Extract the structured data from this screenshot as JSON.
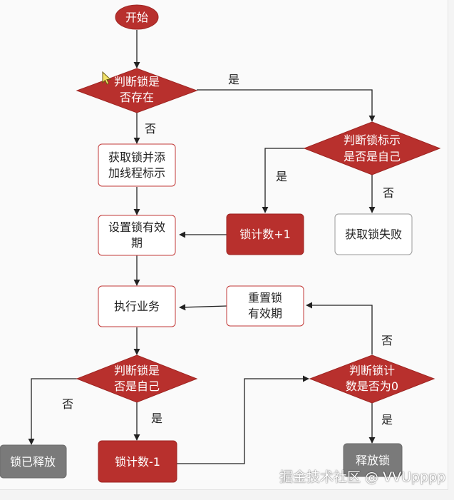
{
  "colors": {
    "red_fill": "#b8302d",
    "red_dark": "#9e2522",
    "gray_fill": "#7a7a7a",
    "box_border": "#c23a38",
    "gray_border": "#9a9a9a",
    "line": "#222222"
  },
  "nodes": {
    "start": "开始",
    "check_lock_exists_l1": "判断锁是",
    "check_lock_exists_l2": "否存在",
    "acquire_and_mark_l1": "获取锁并添",
    "acquire_and_mark_l2": "加线程标示",
    "set_expiry_l1": "设置锁有效",
    "set_expiry_l2": "期",
    "execute_business": "执行业务",
    "check_own_lock_l1": "判断锁是",
    "check_own_lock_l2": "否是自己",
    "lock_released": "锁已释放",
    "lock_count_minus": "锁计数-1",
    "check_mark_l1": "判断锁标示",
    "check_mark_l2": "是否是自己",
    "lock_count_plus": "锁计数+1",
    "acquire_failed": "获取锁失败",
    "reset_expiry_l1": "重置锁",
    "reset_expiry_l2": "有效期",
    "check_count_zero_l1": "判断锁计",
    "check_count_zero_l2": "数是否为0",
    "release_lock": "释放锁"
  },
  "edge_labels": {
    "exists_yes": "是",
    "exists_no": "否",
    "mark_yes": "是",
    "mark_no": "否",
    "own_no": "否",
    "own_yes": "是",
    "zero_no": "否",
    "zero_yes": "是"
  },
  "watermark": "掘金技术社区 @ VVUpppp",
  "icons": {
    "cursor": "mouse-pointer-icon"
  }
}
